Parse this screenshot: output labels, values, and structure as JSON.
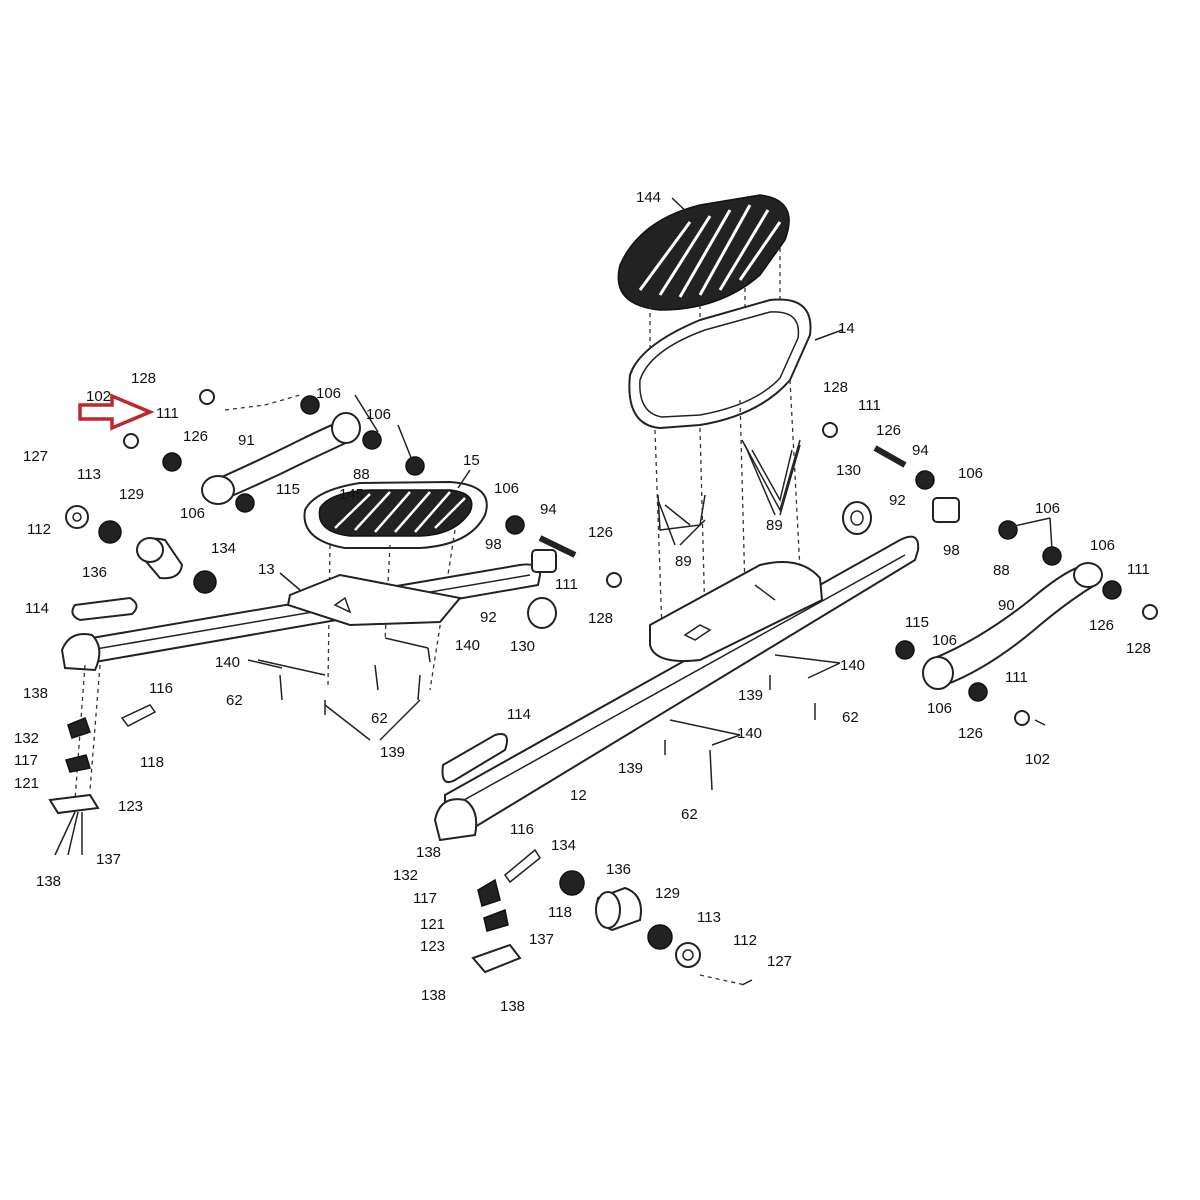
{
  "callouts": [
    {
      "id": "c-144",
      "text": "144"
    },
    {
      "id": "c-14",
      "text": "14"
    },
    {
      "id": "c-128a",
      "text": "128"
    },
    {
      "id": "c-111a",
      "text": "111"
    },
    {
      "id": "c-126a",
      "text": "126"
    },
    {
      "id": "c-94a",
      "text": "94"
    },
    {
      "id": "c-106a",
      "text": "106"
    },
    {
      "id": "c-130a",
      "text": "130"
    },
    {
      "id": "c-92a",
      "text": "92"
    },
    {
      "id": "c-98a",
      "text": "98"
    },
    {
      "id": "c-89a",
      "text": "89"
    },
    {
      "id": "c-89b",
      "text": "89"
    },
    {
      "id": "c-106b",
      "text": "106"
    },
    {
      "id": "c-88a",
      "text": "88"
    },
    {
      "id": "c-106c",
      "text": "106"
    },
    {
      "id": "c-111b",
      "text": "111"
    },
    {
      "id": "c-90",
      "text": "90"
    },
    {
      "id": "c-126b",
      "text": "126"
    },
    {
      "id": "c-128b",
      "text": "128"
    },
    {
      "id": "c-115a",
      "text": "115"
    },
    {
      "id": "c-106d",
      "text": "106"
    },
    {
      "id": "c-140a",
      "text": "140"
    },
    {
      "id": "c-139a",
      "text": "139"
    },
    {
      "id": "c-62a",
      "text": "62"
    },
    {
      "id": "c-106e",
      "text": "106"
    },
    {
      "id": "c-126c",
      "text": "126"
    },
    {
      "id": "c-111c",
      "text": "111"
    },
    {
      "id": "c-102a",
      "text": "102"
    },
    {
      "id": "c-140b",
      "text": "140"
    },
    {
      "id": "c-139b",
      "text": "139"
    },
    {
      "id": "c-62b",
      "text": "62"
    },
    {
      "id": "c-114a",
      "text": "114"
    },
    {
      "id": "c-12",
      "text": "12"
    },
    {
      "id": "c-138a",
      "text": "138"
    },
    {
      "id": "c-116a",
      "text": "116"
    },
    {
      "id": "c-134a",
      "text": "134"
    },
    {
      "id": "c-136a",
      "text": "136"
    },
    {
      "id": "c-132a",
      "text": "132"
    },
    {
      "id": "c-117a",
      "text": "117"
    },
    {
      "id": "c-118a",
      "text": "118"
    },
    {
      "id": "c-121a",
      "text": "121"
    },
    {
      "id": "c-129a",
      "text": "129"
    },
    {
      "id": "c-113a",
      "text": "113"
    },
    {
      "id": "c-137a",
      "text": "137"
    },
    {
      "id": "c-123a",
      "text": "123"
    },
    {
      "id": "c-112a",
      "text": "112"
    },
    {
      "id": "c-127a",
      "text": "127"
    },
    {
      "id": "c-138b",
      "text": "138"
    },
    {
      "id": "c-138c",
      "text": "138"
    },
    {
      "id": "c-128c",
      "text": "128"
    },
    {
      "id": "c-102b",
      "text": "102"
    },
    {
      "id": "c-111d",
      "text": "111"
    },
    {
      "id": "c-126d",
      "text": "126"
    },
    {
      "id": "c-106f",
      "text": "106"
    },
    {
      "id": "c-106g",
      "text": "106"
    },
    {
      "id": "c-91",
      "text": "91"
    },
    {
      "id": "c-88b",
      "text": "88"
    },
    {
      "id": "c-106h",
      "text": "106"
    },
    {
      "id": "c-145",
      "text": "145"
    },
    {
      "id": "c-15",
      "text": "15"
    },
    {
      "id": "c-115b",
      "text": "115"
    },
    {
      "id": "c-127b",
      "text": "127"
    },
    {
      "id": "c-113b",
      "text": "113"
    },
    {
      "id": "c-129b",
      "text": "129"
    },
    {
      "id": "c-112b",
      "text": "112"
    },
    {
      "id": "c-134b",
      "text": "134"
    },
    {
      "id": "c-136b",
      "text": "136"
    },
    {
      "id": "c-13",
      "text": "13"
    },
    {
      "id": "c-106i",
      "text": "106"
    },
    {
      "id": "c-94b",
      "text": "94"
    },
    {
      "id": "c-126e",
      "text": "126"
    },
    {
      "id": "c-98b",
      "text": "98"
    },
    {
      "id": "c-111e",
      "text": "111"
    },
    {
      "id": "c-128d",
      "text": "128"
    },
    {
      "id": "c-92b",
      "text": "92"
    },
    {
      "id": "c-130b",
      "text": "130"
    },
    {
      "id": "c-114b",
      "text": "114"
    },
    {
      "id": "c-140c",
      "text": "140"
    },
    {
      "id": "c-140d",
      "text": "140"
    },
    {
      "id": "c-62c",
      "text": "62"
    },
    {
      "id": "c-62d",
      "text": "62"
    },
    {
      "id": "c-139c",
      "text": "139"
    },
    {
      "id": "c-138d",
      "text": "138"
    },
    {
      "id": "c-116b",
      "text": "116"
    },
    {
      "id": "c-132b",
      "text": "132"
    },
    {
      "id": "c-117b",
      "text": "117"
    },
    {
      "id": "c-118b",
      "text": "118"
    },
    {
      "id": "c-121b",
      "text": "121"
    },
    {
      "id": "c-123b",
      "text": "123"
    },
    {
      "id": "c-137b",
      "text": "137"
    },
    {
      "id": "c-138e",
      "text": "138"
    }
  ],
  "highlight_arrow_color": "#c0272d"
}
